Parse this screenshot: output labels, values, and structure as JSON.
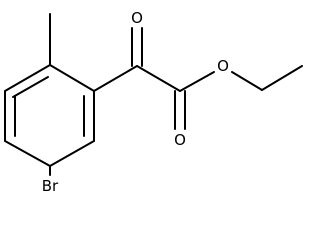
{
  "molecule": {
    "atoms": {
      "oxygen_ketone": "O",
      "oxygen_ester_single": "O",
      "oxygen_ester_double": "O",
      "bromine": "Br"
    }
  },
  "colors": {
    "bond": "#000000",
    "label": "#000000",
    "background": "#ffffff"
  }
}
